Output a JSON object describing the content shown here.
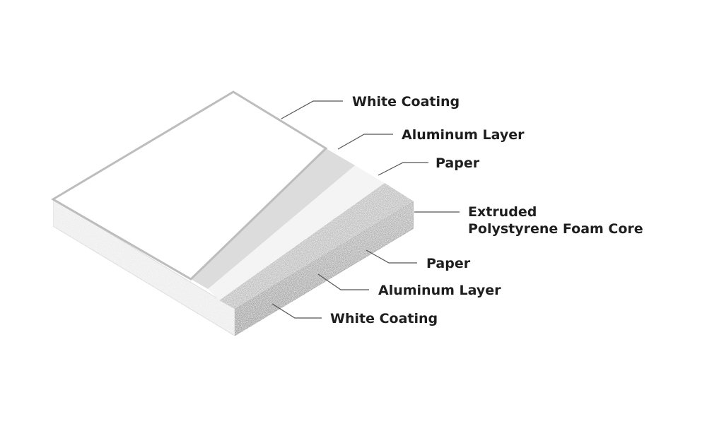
{
  "title": "Aluminum composite foam board layer diagram",
  "labels": {
    "top_white_coating": "White Coating",
    "top_aluminum": "Aluminum Layer",
    "top_paper": "Paper",
    "core_line1": "Extruded",
    "core_line2": "Polystyrene Foam Core",
    "bottom_paper": "Paper",
    "bottom_aluminum": "Aluminum Layer",
    "bottom_white_coating": "White Coating"
  },
  "colors": {
    "white_coating": "#ffffff",
    "aluminum": "#dcdcdc",
    "paper": "#f4f4f4",
    "foam_top": "#b8b8b8",
    "foam_side": "#a9a9a9",
    "edge": "#bdbdbd",
    "left_face": "#ececec"
  }
}
